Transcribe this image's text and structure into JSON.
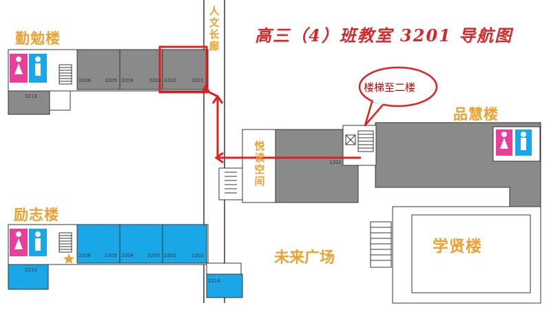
{
  "title": "高三（4）班教室 3201 导航图",
  "callout": "楼梯至二楼",
  "buildings": {
    "qinmian": "勤勉楼",
    "lizhi": "励志楼",
    "pinhui": "品慧楼",
    "xuexian": "学贤楼"
  },
  "corridors": {
    "renwen": "人文长廊",
    "yuedu": "悦读空间"
  },
  "plaza": "未来广场",
  "rooms": {
    "top": [
      "3206",
      "3205",
      "3204",
      "3203",
      "3202",
      "3201",
      "3213"
    ],
    "bottom": [
      "2206",
      "2205",
      "2204",
      "2203",
      "2202",
      "2201",
      "2213",
      "2214"
    ],
    "mid": "1201"
  },
  "colors": {
    "accent_red": "#e31e1e",
    "label_orange": "#f0a030",
    "room_gray": "#8a8a8a",
    "room_blue": "#1aa7e8",
    "restroom_pink": "#e8409a",
    "restroom_blue": "#1aa7e8"
  },
  "icons": [
    "male-restroom-icon",
    "female-restroom-icon",
    "star-marker-icon",
    "stairs-icon"
  ]
}
